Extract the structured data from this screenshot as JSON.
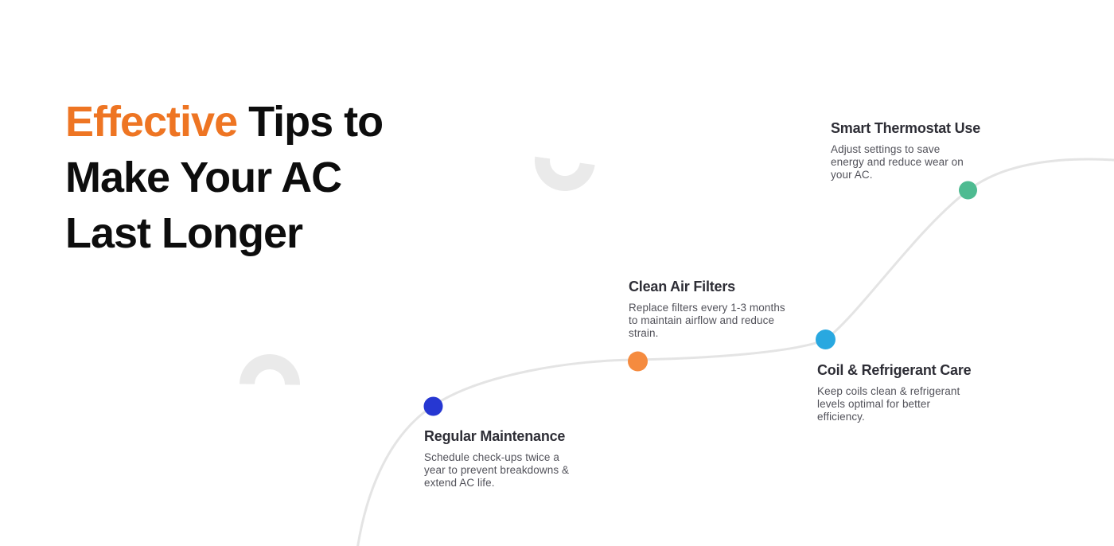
{
  "title": {
    "highlight": "Effective",
    "rest_line1": " Tips to",
    "line2": "Make Your AC",
    "line3": "Last Longer",
    "highlight_color": "#ee7523",
    "text_color": "#0d0d0d"
  },
  "steps": [
    {
      "heading": "Regular Maintenance",
      "body_lines": [
        "Schedule check-ups twice a",
        "year to prevent breakdowns &",
        "extend AC life."
      ],
      "dot_color": "#2637d2"
    },
    {
      "heading": "Clean Air Filters",
      "body_lines": [
        "Replace filters every 1-3 months",
        "to maintain airflow and reduce",
        "strain."
      ],
      "dot_color": "#f58b3f"
    },
    {
      "heading": "Coil & Refrigerant Care",
      "body_lines": [
        "Keep coils clean & refrigerant",
        "levels optimal for better",
        "efficiency."
      ],
      "dot_color": "#29a8e0"
    },
    {
      "heading": "Smart Thermostat Use",
      "body_lines": [
        "Adjust settings to save",
        "energy and reduce wear on",
        "your AC."
      ],
      "dot_color": "#4ebb91"
    }
  ],
  "decor": {
    "curve_color": "#e4e4e4",
    "arc_color": "#eaeaea"
  }
}
